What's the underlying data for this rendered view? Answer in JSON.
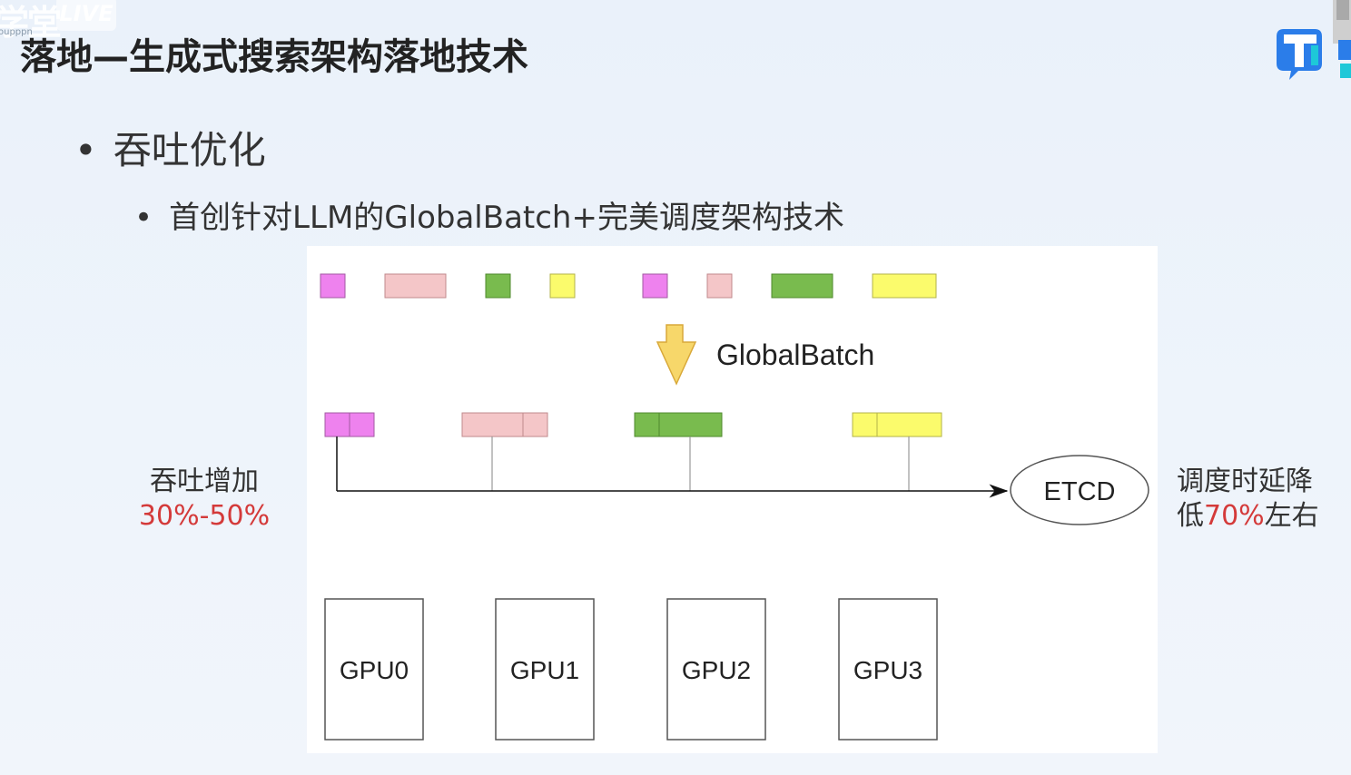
{
  "watermark": {
    "brand": "学堂",
    "live": "LIVE",
    "sub": "oupppn"
  },
  "title": "落地—生成式搜索架构落地技术",
  "bullets": {
    "level1": "吞吐优化",
    "level2": "首创针对LLM的GlobalBatch+完美调度架构技术"
  },
  "diagram": {
    "arrow_label": "GlobalBatch",
    "etcd_label": "ETCD",
    "gpus": [
      "GPU0",
      "GPU1",
      "GPU2",
      "GPU3"
    ],
    "colors": {
      "magenta": "#ee82ee",
      "pink": "#f4c6c8",
      "green": "#79bb4e",
      "yellow": "#fbfb6c",
      "arrow": "#f7d76a"
    }
  },
  "left_note": {
    "line1": "吞吐增加",
    "line2": "30%-50%"
  },
  "right_note": {
    "line1": "调度时延降",
    "line2_prefix": "低",
    "line2_highlight": "70%",
    "line2_suffix": "左右"
  }
}
